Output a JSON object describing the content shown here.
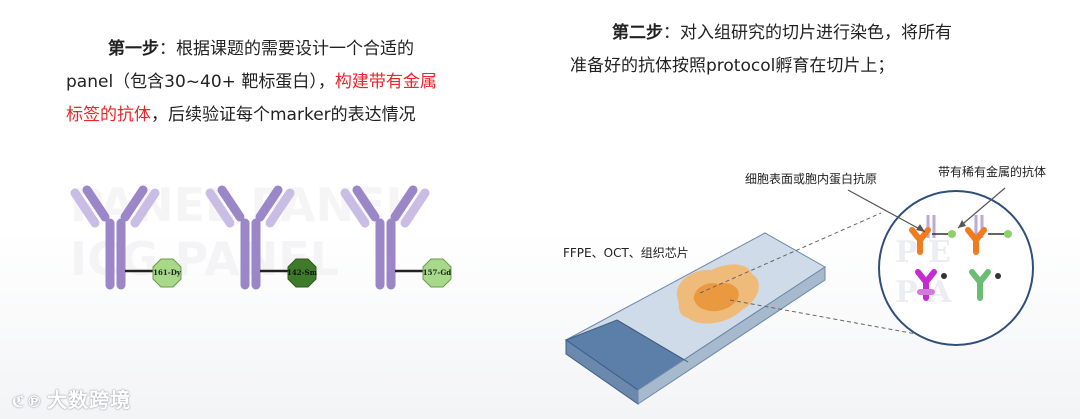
{
  "step1": {
    "heading": "第一步",
    "line1": "：根据课题的需要设计一个合适的",
    "line2_prefix": "panel（包含30~40+ 靶标蛋白），",
    "line2_red": "构建带有金属",
    "line3_red": "标签的抗体",
    "line3_suffix": "，后续验证每个marker的表达情况"
  },
  "step2": {
    "heading": "第二步",
    "line1": "：对入组研究的切片进行染色，将所有",
    "line2": "准备好的抗体按照protocol孵育在切片上；"
  },
  "antibodies": [
    {
      "tag": "161-Dy",
      "color": "#a8d98a"
    },
    {
      "tag": "142-Sm",
      "color": "#3f7a2a"
    },
    {
      "tag": "157-Gd",
      "color": "#a8d98a"
    }
  ],
  "diagram": {
    "label_slide": "FFPE、OCT、组织芯片",
    "label_antigen": "细胞表面或胞内蛋白抗原",
    "label_antibody": "带有稀有金属的抗体"
  },
  "watermark": "大数跨境",
  "colors": {
    "red_text": "#e8262b",
    "antibody_purple": "#9b86c8",
    "antibody_light": "#c9bde6",
    "slide_blue": "#5b7fa8",
    "tissue_orange": "#f0a040"
  }
}
